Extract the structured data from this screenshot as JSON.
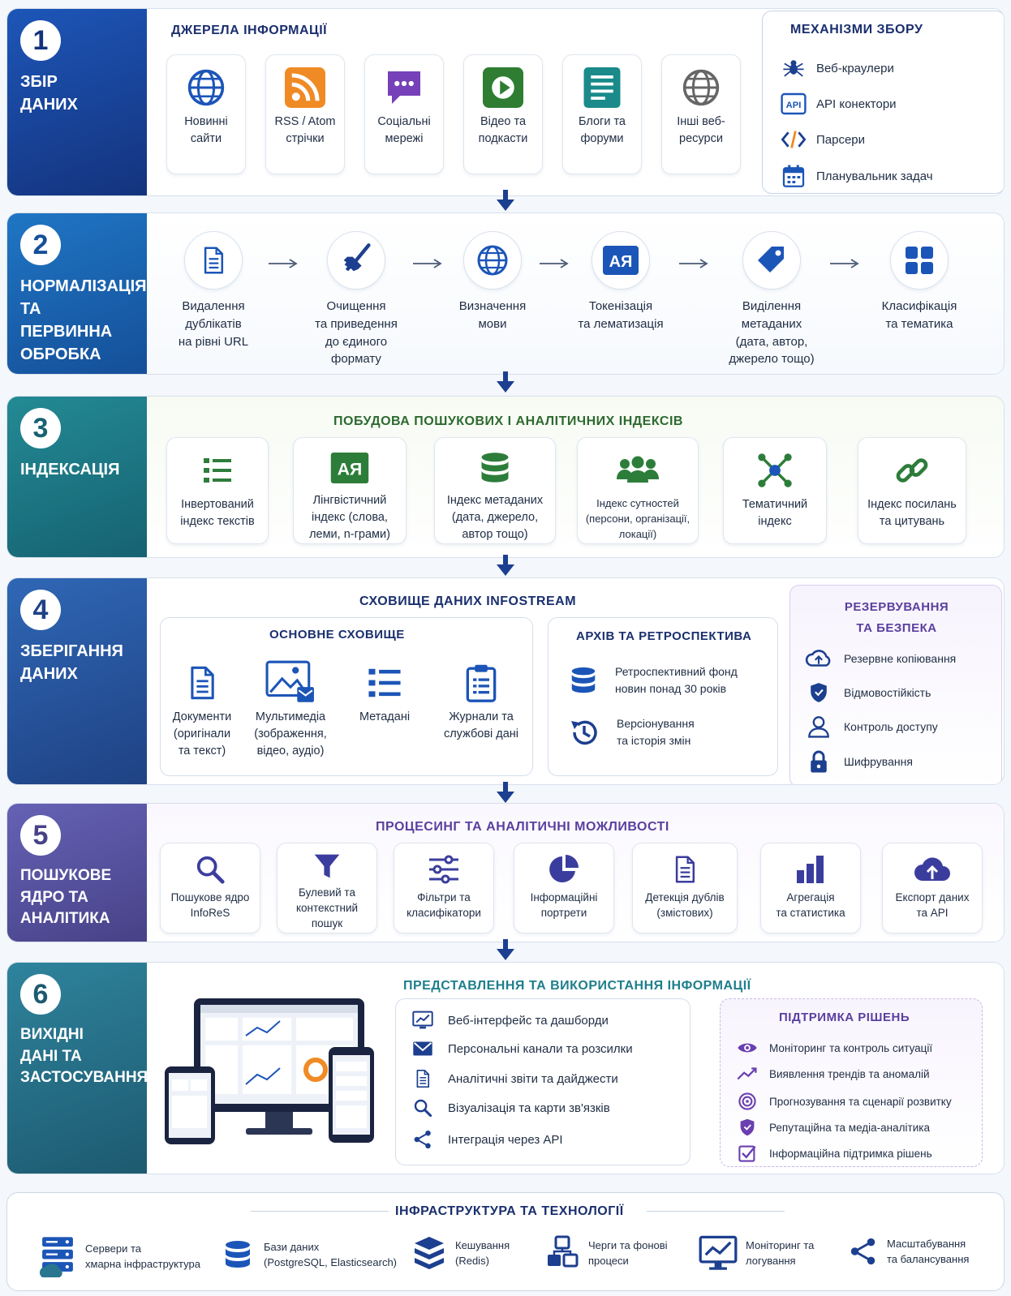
{
  "stages": [
    {
      "num": "1",
      "title": "ЗБІР\nДАНИХ",
      "color1": "#1c4aa6",
      "color2": "#14347e"
    },
    {
      "num": "2",
      "title": "НОРМАЛІЗАЦІЯ\nТА ПЕРВИННА\nОБРОБКА",
      "color1": "#1b69b8",
      "color2": "#1753a0"
    },
    {
      "num": "3",
      "title": "ІНДЕКСАЦІЯ",
      "color1": "#1f7e8c",
      "color2": "#176877"
    },
    {
      "num": "4",
      "title": "ЗБЕРІГАННЯ\nДАНИХ",
      "color1": "#2c5fab",
      "color2": "#23498d"
    },
    {
      "num": "5",
      "title": "ПОШУКОВЕ\nЯДРО ТА\nАНАЛІТИКА",
      "color1": "#5a58a8",
      "color2": "#4a448f"
    },
    {
      "num": "6",
      "title": "ВИХІДНІ\nДАНІ ТА\nЗАСТОСУВАННЯ",
      "color1": "#2a7590",
      "color2": "#1d5f78"
    }
  ],
  "s1": {
    "title": "ДЖЕРЕЛА ІНФОРМАЦІЇ",
    "sources": [
      {
        "label": "Новинні\nсайти",
        "icon": "globe-icon"
      },
      {
        "label": "RSS / Atom\nстрічки",
        "icon": "rss-icon"
      },
      {
        "label": "Соціальні\nмережі",
        "icon": "chat-icon"
      },
      {
        "label": "Відео та\nподкасти",
        "icon": "play-icon"
      },
      {
        "label": "Блоги та\nфоруми",
        "icon": "document-icon"
      },
      {
        "label": "Інші веб-\nресурси",
        "icon": "globe-gray-icon"
      }
    ],
    "mech_title": "МЕХАНІЗМИ ЗБОРУ",
    "mech": [
      {
        "label": "Веб-краулери",
        "icon": "spider-icon"
      },
      {
        "label": "API конектори",
        "icon": "api-icon",
        "icon_text": "API"
      },
      {
        "label": "Парсери",
        "icon": "code-icon"
      },
      {
        "label": "Планувальник задач",
        "icon": "calendar-icon"
      }
    ]
  },
  "s2": {
    "steps": [
      {
        "label": "Видалення\nдублікатів\nна рівні URL",
        "icon": "file-icon"
      },
      {
        "label": "Очищення\nта приведення\nдо єдиного\nформату",
        "icon": "broom-icon"
      },
      {
        "label": "Визначення\nмови",
        "icon": "globe-icon"
      },
      {
        "label": "Токенізація\nта лематизація",
        "icon": "language-icon",
        "icon_text": "AЯ"
      },
      {
        "label": "Виділення\nметаданих\n(дата, автор,\nджерело тощо)",
        "icon": "tag-icon"
      },
      {
        "label": "Класифікація\nта тематика",
        "icon": "grid-icon"
      }
    ]
  },
  "s3": {
    "title": "ПОБУДОВА ПОШУКОВИХ І АНАЛІТИЧНИХ ІНДЕКСІВ",
    "items": [
      {
        "label": "Інвертований\nіндекс текстів",
        "icon": "list-icon"
      },
      {
        "label": "Лінгвістичний\nіндекс (слова,\nлеми, n-грами)",
        "icon": "language-icon",
        "icon_text": "AЯ"
      },
      {
        "label": "Індекс метаданих\n(дата, джерело,\nавтор тощо)",
        "icon": "database-icon"
      },
      {
        "label": "Індекс сутностей\n(персони, організації,\nлокації)",
        "icon": "people-icon"
      },
      {
        "label": "Тематичний\nіндекс",
        "icon": "network-icon"
      },
      {
        "label": "Індекс посилань\nта цитувань",
        "icon": "link-icon"
      }
    ]
  },
  "s4": {
    "title": "СХОВИЩЕ ДАНИХ INFOSTREAM",
    "main_title": "ОСНОВНЕ СХОВИЩЕ",
    "main": [
      {
        "label": "Документи\n(оригінали\nта текст)",
        "icon": "document-icon"
      },
      {
        "label": "Мультимедіа\n(зображення,\nвідео, аудіо)",
        "icon": "image-icon"
      },
      {
        "label": "Метадані",
        "icon": "list-icon"
      },
      {
        "label": "Журнали та\nслужбові дані",
        "icon": "clipboard-icon"
      }
    ],
    "archive_title": "АРХІВ ТА РЕТРОСПЕКТИВА",
    "archive": [
      {
        "label": "Ретроспективний фонд\nновин понад 30 років",
        "icon": "database-icon"
      },
      {
        "label": "Версіонування\nта історія змін",
        "icon": "history-icon"
      }
    ],
    "backup_title": "РЕЗЕРВУВАННЯ\nТА БЕЗПЕКА",
    "backup": [
      {
        "label": "Резервне копіювання",
        "icon": "cloud-backup-icon"
      },
      {
        "label": "Відмовостійкість",
        "icon": "shield-icon"
      },
      {
        "label": "Контроль доступу",
        "icon": "user-icon"
      },
      {
        "label": "Шифрування",
        "icon": "lock-icon"
      }
    ]
  },
  "s5": {
    "title": "ПРОЦЕСИНГ ТА АНАЛІТИЧНІ МОЖЛИВОСТІ",
    "items": [
      {
        "label": "Пошукове ядро\nInfoReS",
        "icon": "search-icon"
      },
      {
        "label": "Булевий та\nконтекстний\nпошук",
        "icon": "funnel-icon"
      },
      {
        "label": "Фільтри та\nкласифікатори",
        "icon": "sliders-icon"
      },
      {
        "label": "Інформаційні\nпортрети",
        "icon": "pie-icon"
      },
      {
        "label": "Детекція дублів\n(змістових)",
        "icon": "document-icon"
      },
      {
        "label": "Агрегація\nта статистика",
        "icon": "bar-chart-icon"
      },
      {
        "label": "Експорт даних\nта API",
        "icon": "cloud-upload-icon"
      }
    ]
  },
  "s6": {
    "title": "ПРЕДСТАВЛЕННЯ ТА ВИКОРИСТАННЯ ІНФОРМАЦІЇ",
    "uses": [
      {
        "label": "Веб-інтерфейс та дашборди",
        "icon": "dashboard-icon"
      },
      {
        "label": "Персональні канали та розсилки",
        "icon": "mail-icon"
      },
      {
        "label": "Аналітичні звіти та дайджести",
        "icon": "report-icon"
      },
      {
        "label": "Візуалізація та карти зв'язків",
        "icon": "search-icon"
      },
      {
        "label": "Інтеграція через API",
        "icon": "share-icon"
      }
    ],
    "support_title": "ПІДТРИМКА РІШЕНЬ",
    "support": [
      {
        "label": "Моніторинг та контроль ситуації",
        "icon": "eye-icon"
      },
      {
        "label": "Виявлення трендів та аномалій",
        "icon": "trend-icon"
      },
      {
        "label": "Прогнозування та сценарії розвитку",
        "icon": "target-icon"
      },
      {
        "label": "Репутаційна та медіа-аналітика",
        "icon": "shield-icon"
      },
      {
        "label": "Інформаційна підтримка рішень",
        "icon": "check-icon"
      }
    ]
  },
  "infra": {
    "title": "ІНФРАСТРУКТУРА ТА ТЕХНОЛОГІЇ",
    "items": [
      {
        "label": "Сервери та\nхмарна інфраструктура",
        "icon": "server-icon"
      },
      {
        "label": "Бази даних\n(PostgreSQL, Elasticsearch)",
        "icon": "database-icon"
      },
      {
        "label": "Кешування\n(Redis)",
        "icon": "cache-icon"
      },
      {
        "label": "Черги та фонові\nпроцеси",
        "icon": "queue-icon"
      },
      {
        "label": "Моніторинг та\nлогування",
        "icon": "monitor-icon"
      },
      {
        "label": "Масштабування\nта балансування",
        "icon": "share-icon"
      }
    ]
  },
  "colors": {
    "navy": "#1c3f8f",
    "teal": "#14707c",
    "green": "#2d7d3a",
    "purple": "#5a3f9e",
    "orange": "#f08a24",
    "violet": "#6a3fb0"
  }
}
